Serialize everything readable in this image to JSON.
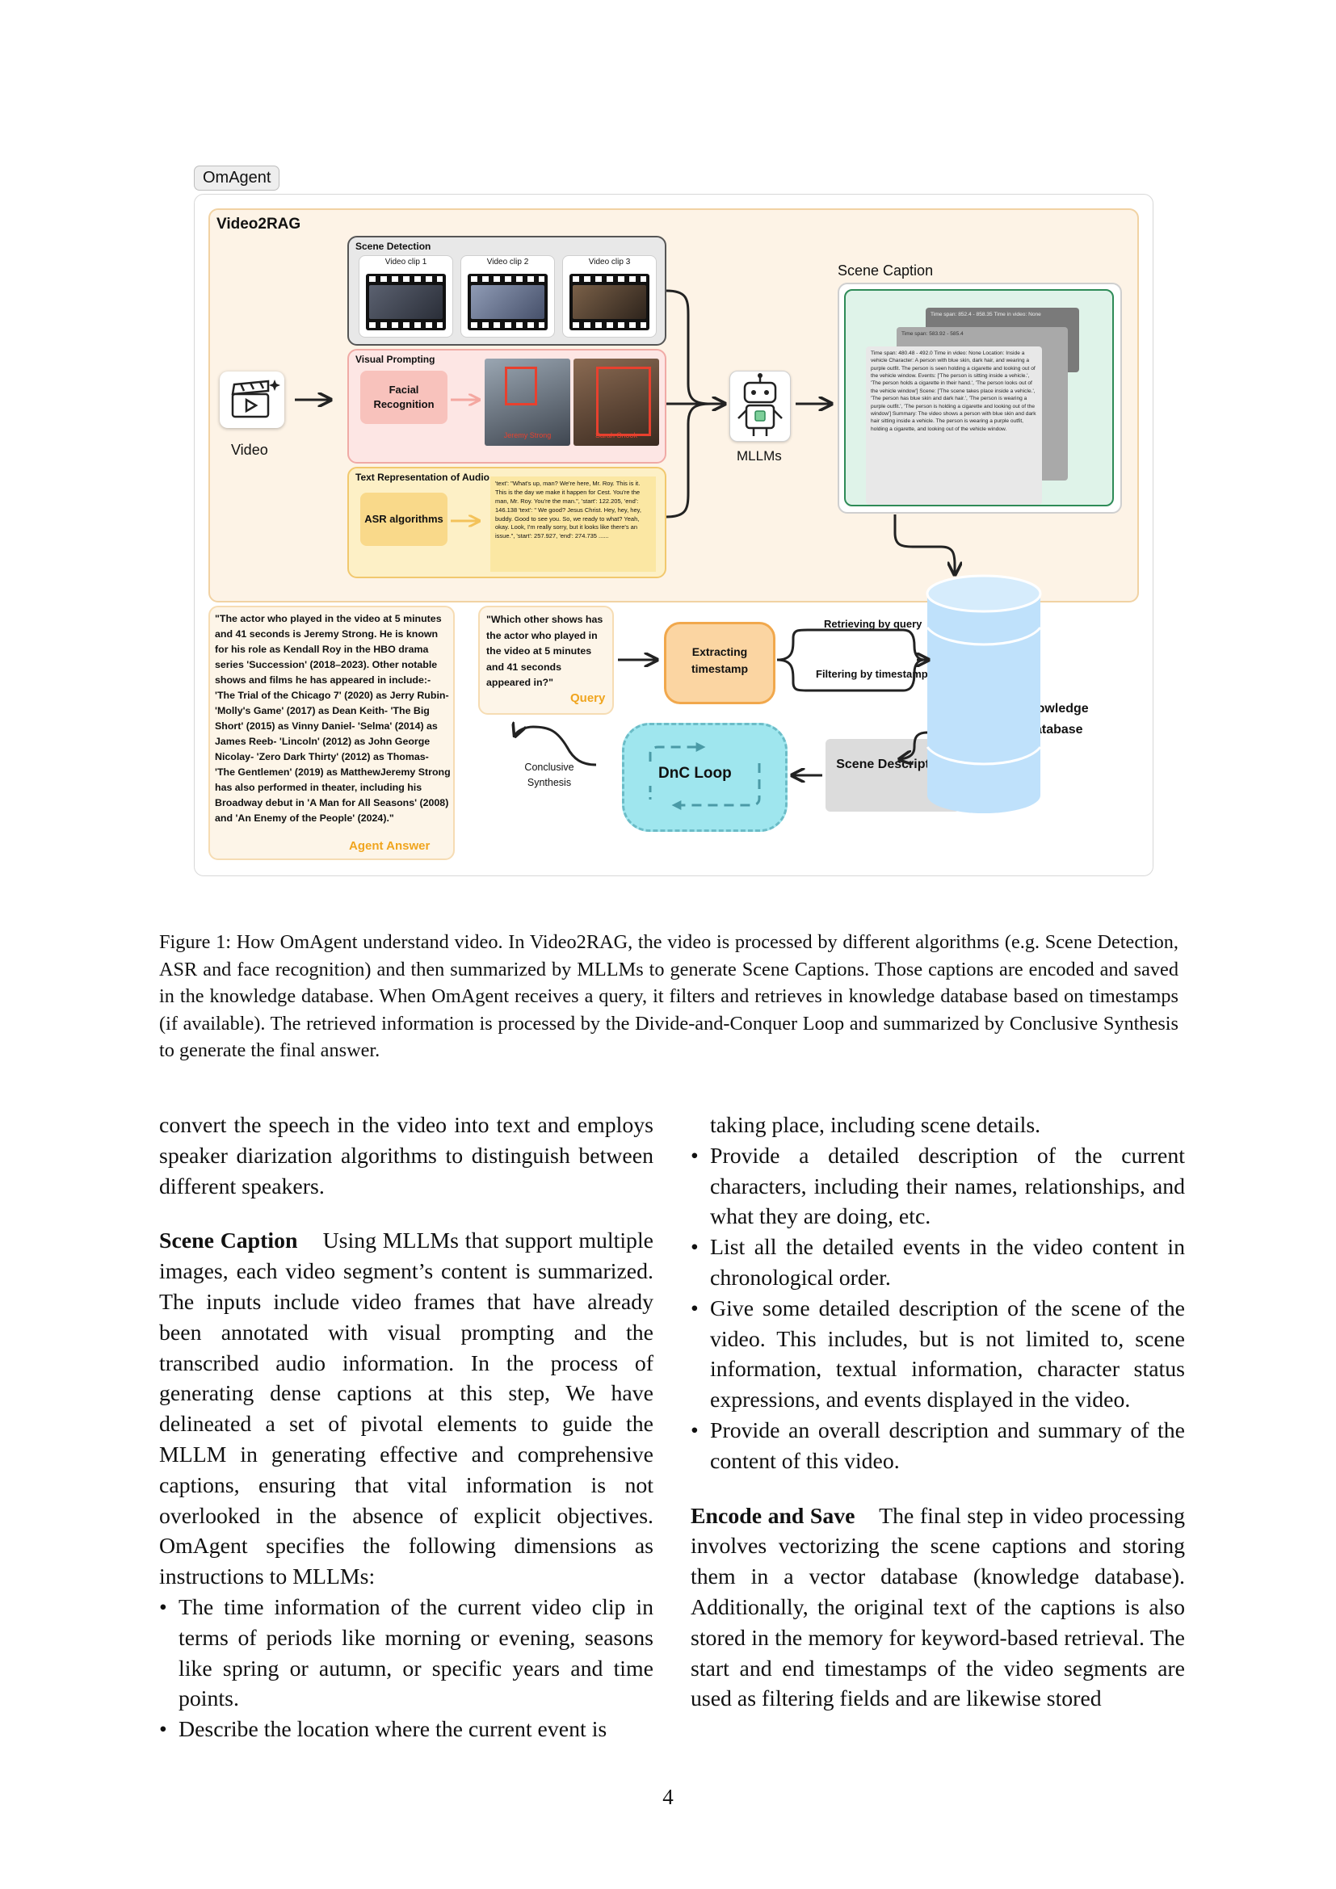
{
  "figure": {
    "tag": "OmAgent",
    "video2rag_title": "Video2RAG",
    "scene_detection": {
      "title": "Scene Detection",
      "clips": [
        "Video clip 1",
        "Video clip 2",
        "Video clip 3"
      ]
    },
    "visual_prompting": {
      "title": "Visual Prompting",
      "chip": "Facial Recognition",
      "names": [
        "Jeremy Strong",
        "Sarah Snook"
      ]
    },
    "text_audio": {
      "title": "Text Representation of Audio",
      "chip": "ASR algorithms",
      "transcript": "'text': \"What's up, man? We're here, Mr. Roy. This is it. This is the day we make it happen for Cest. You're the man, Mr. Roy. You're the man.\", 'start': 122.205, 'end': 146.138 'text': \" We good? Jesus Christ. Hey, hey, hey, buddy. Good to see you. So, we ready to what? Yeah, okay. Look, I'm really sorry, but it looks like there's an issue.\", 'start': 257.927, 'end': 274.735 ......"
    },
    "video_label": "Video",
    "mllms_label": "MLLMs",
    "scene_caption": {
      "label": "Scene Caption",
      "card_back": "Time span: 852.4 - 858.35 Time in video: None",
      "card_mid": "Time span: 583.92 - 585.4",
      "card_front": "Time span: 480.48 - 492.0 Time in video: None Location: Inside a vehicle Character: A person with blue skin, dark hair, and wearing a purple outfit. The person is seen holding a cigarette and looking out of the vehicle window. Events: ['The person is sitting inside a vehicle.', 'The person holds a cigarette in their hand.', 'The person looks out of the vehicle window'] Scene: ['The scene takes place inside a vehicle.', 'The person has blue skin and dark hair.', 'The person is wearing a purple outfit.', 'The person is holding a cigarette and looking out of the window'] Summary: The video shows a person with blue skin and dark hair sitting inside a vehicle. The person is wearing a purple outfit, holding a cigarette, and looking out of the vehicle window."
    },
    "answer": {
      "text": "\"The actor who played in the video at 5 minutes and 41 seconds is Jeremy Strong. He is known for his role as Kendall Roy in the HBO drama series 'Succession' (2018–2023). Other notable shows and films he has appeared in include:- 'The Trial of the Chicago 7' (2020) as Jerry Rubin- 'Molly's Game' (2017) as Dean Keith- 'The Big Short' (2015) as Vinny Daniel- 'Selma' (2014) as James Reeb- 'Lincoln' (2012) as John George Nicolay- 'Zero Dark Thirty' (2012) as Thomas- 'The Gentlemen' (2019) as MatthewJeremy Strong has also performed in theater, including his Broadway debut in 'A Man for All Seasons' (2008) and 'An Enemy of the People' (2024).\"",
      "label": "Agent Answer"
    },
    "query": {
      "text": "\"Which other shows has the actor who played in the video at 5 minutes and 41 seconds appeared in?\"",
      "label": "Query"
    },
    "extracting": "Extracting timestamp",
    "retrieving": "Retrieving by query",
    "filtering": "Filtering by timestamps",
    "knowledge_db": "Knowledge Database",
    "conclusive": "Conclusive Synthesis",
    "dnc": "DnC Loop",
    "scene_description": "Scene Description",
    "colors": {
      "frame": "#fdf3e6",
      "scene_caption_green": "#2e8b57",
      "dnc": "#9fe6ee",
      "database": "#bfe1fb",
      "label_orange": "#f0a51f",
      "bbox_red": "#e8402e"
    }
  },
  "caption": "Figure 1: How OmAgent understand video. In Video2RAG, the video is processed by different algorithms (e.g. Scene Detection, ASR and face recognition) and then summarized by MLLMs to generate Scene Captions. Those captions are encoded and saved in the knowledge database. When OmAgent receives a query, it filters and retrieves in knowledge database based on timestamps (if available). The retrieved information is processed by the Divide-and-Conquer Loop and summarized by Conclusive Synthesis to generate the final answer.",
  "left_column": {
    "para1": "convert the speech in the video into text and employs speaker diarization algorithms to distinguish between different speakers.",
    "scene_caption_heading": "Scene Caption",
    "para2": "Using MLLMs that support multiple images, each video segment’s content is summarized. The inputs include video frames that have already been annotated with visual prompting and the transcribed audio information. In the process of generating dense captions at this step, We have delineated a set of pivotal elements to guide the MLLM in generating effective and comprehensive captions, ensuring that vital information is not overlooked in the absence of explicit objectives. OmAgent specifies the following dimensions as instructions to MLLMs:",
    "bullets": [
      "The time information of the current video clip in terms of periods like morning or evening, seasons like spring or autumn, or specific years and time points.",
      "Describe the location where the current event is"
    ]
  },
  "right_column": {
    "continuation": "taking place, including scene details.",
    "bullets": [
      "Provide a detailed description of the current characters, including their names, relationships, and what they are doing, etc.",
      "List all the detailed events in the video content in chronological order.",
      "Give some detailed description of the scene of the video. This includes, but is not limited to, scene information, textual information, character status expressions, and events displayed in the video.",
      "Provide an overall description and summary of the content of this video."
    ],
    "encode_heading": "Encode and Save",
    "para": "The final step in video processing involves vectorizing the scene captions and storing them in a vector database (knowledge database). Additionally, the original text of the captions is also stored in the memory for keyword-based retrieval. The start and end timestamps of the video segments are used as filtering fields and are likewise stored"
  },
  "page_number": "4"
}
